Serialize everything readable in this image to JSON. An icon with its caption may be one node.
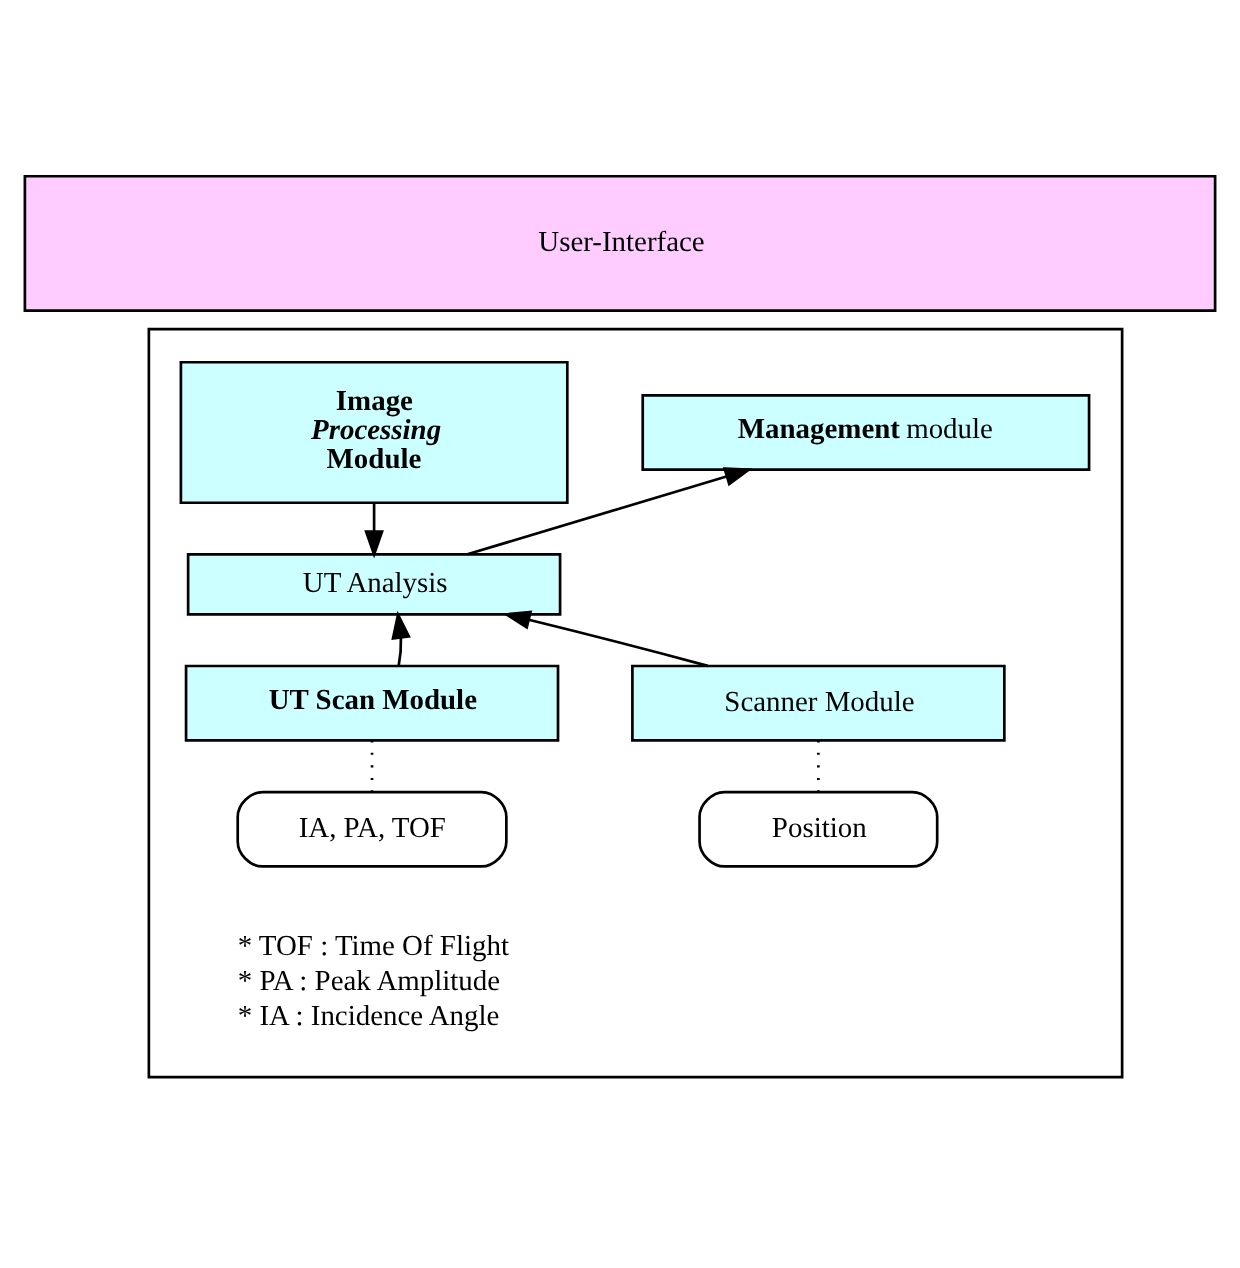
{
  "diagram": {
    "nodes": [
      {
        "text": [
          "User-Interface"
        ]
      },
      {
        "text": [],
        "shape": "box"
      },
      {
        "text": [
          "Image *Processing* Module"
        ],
        "in": 1
      },
      {
        "text": [
          "**Management** module"
        ],
        "in": 1
      },
      {
        "text": [
          "UT Analysis"
        ],
        "in": 1
      },
      {
        "text": [
          "UT Scan Module"
        ],
        "in": 1
      },
      {
        "text": [
          "Scanner Module"
        ],
        "in": 1
      },
      {
        "text": [
          "IA, PA, TOF"
        ],
        "in": 1
      },
      {
        "text": [
          "Position"
        ],
        "in": 1
      }
    ],
    "edges": [
      {
        "from": 2,
        "to": 4,
        "arrow": "to"
      },
      {
        "from": 4,
        "to": 3,
        "arrow": "to"
      },
      {
        "from": 5,
        "to": 4,
        "arrow": "to"
      },
      {
        "from": 6,
        "to": 4,
        "arrow": "to"
      },
      {
        "from": 5,
        "to": 7,
        "arrow": "none",
        "style": "dashed"
      },
      {
        "from": 6,
        "to": 8,
        "arrow": "none",
        "style": "dashed"
      }
    ],
    "labels": [
      "* TOF : Time Of Flight",
      "* PA : Peak Amplitude",
      "* IA : Incidence Angle"
    ]
  }
}
